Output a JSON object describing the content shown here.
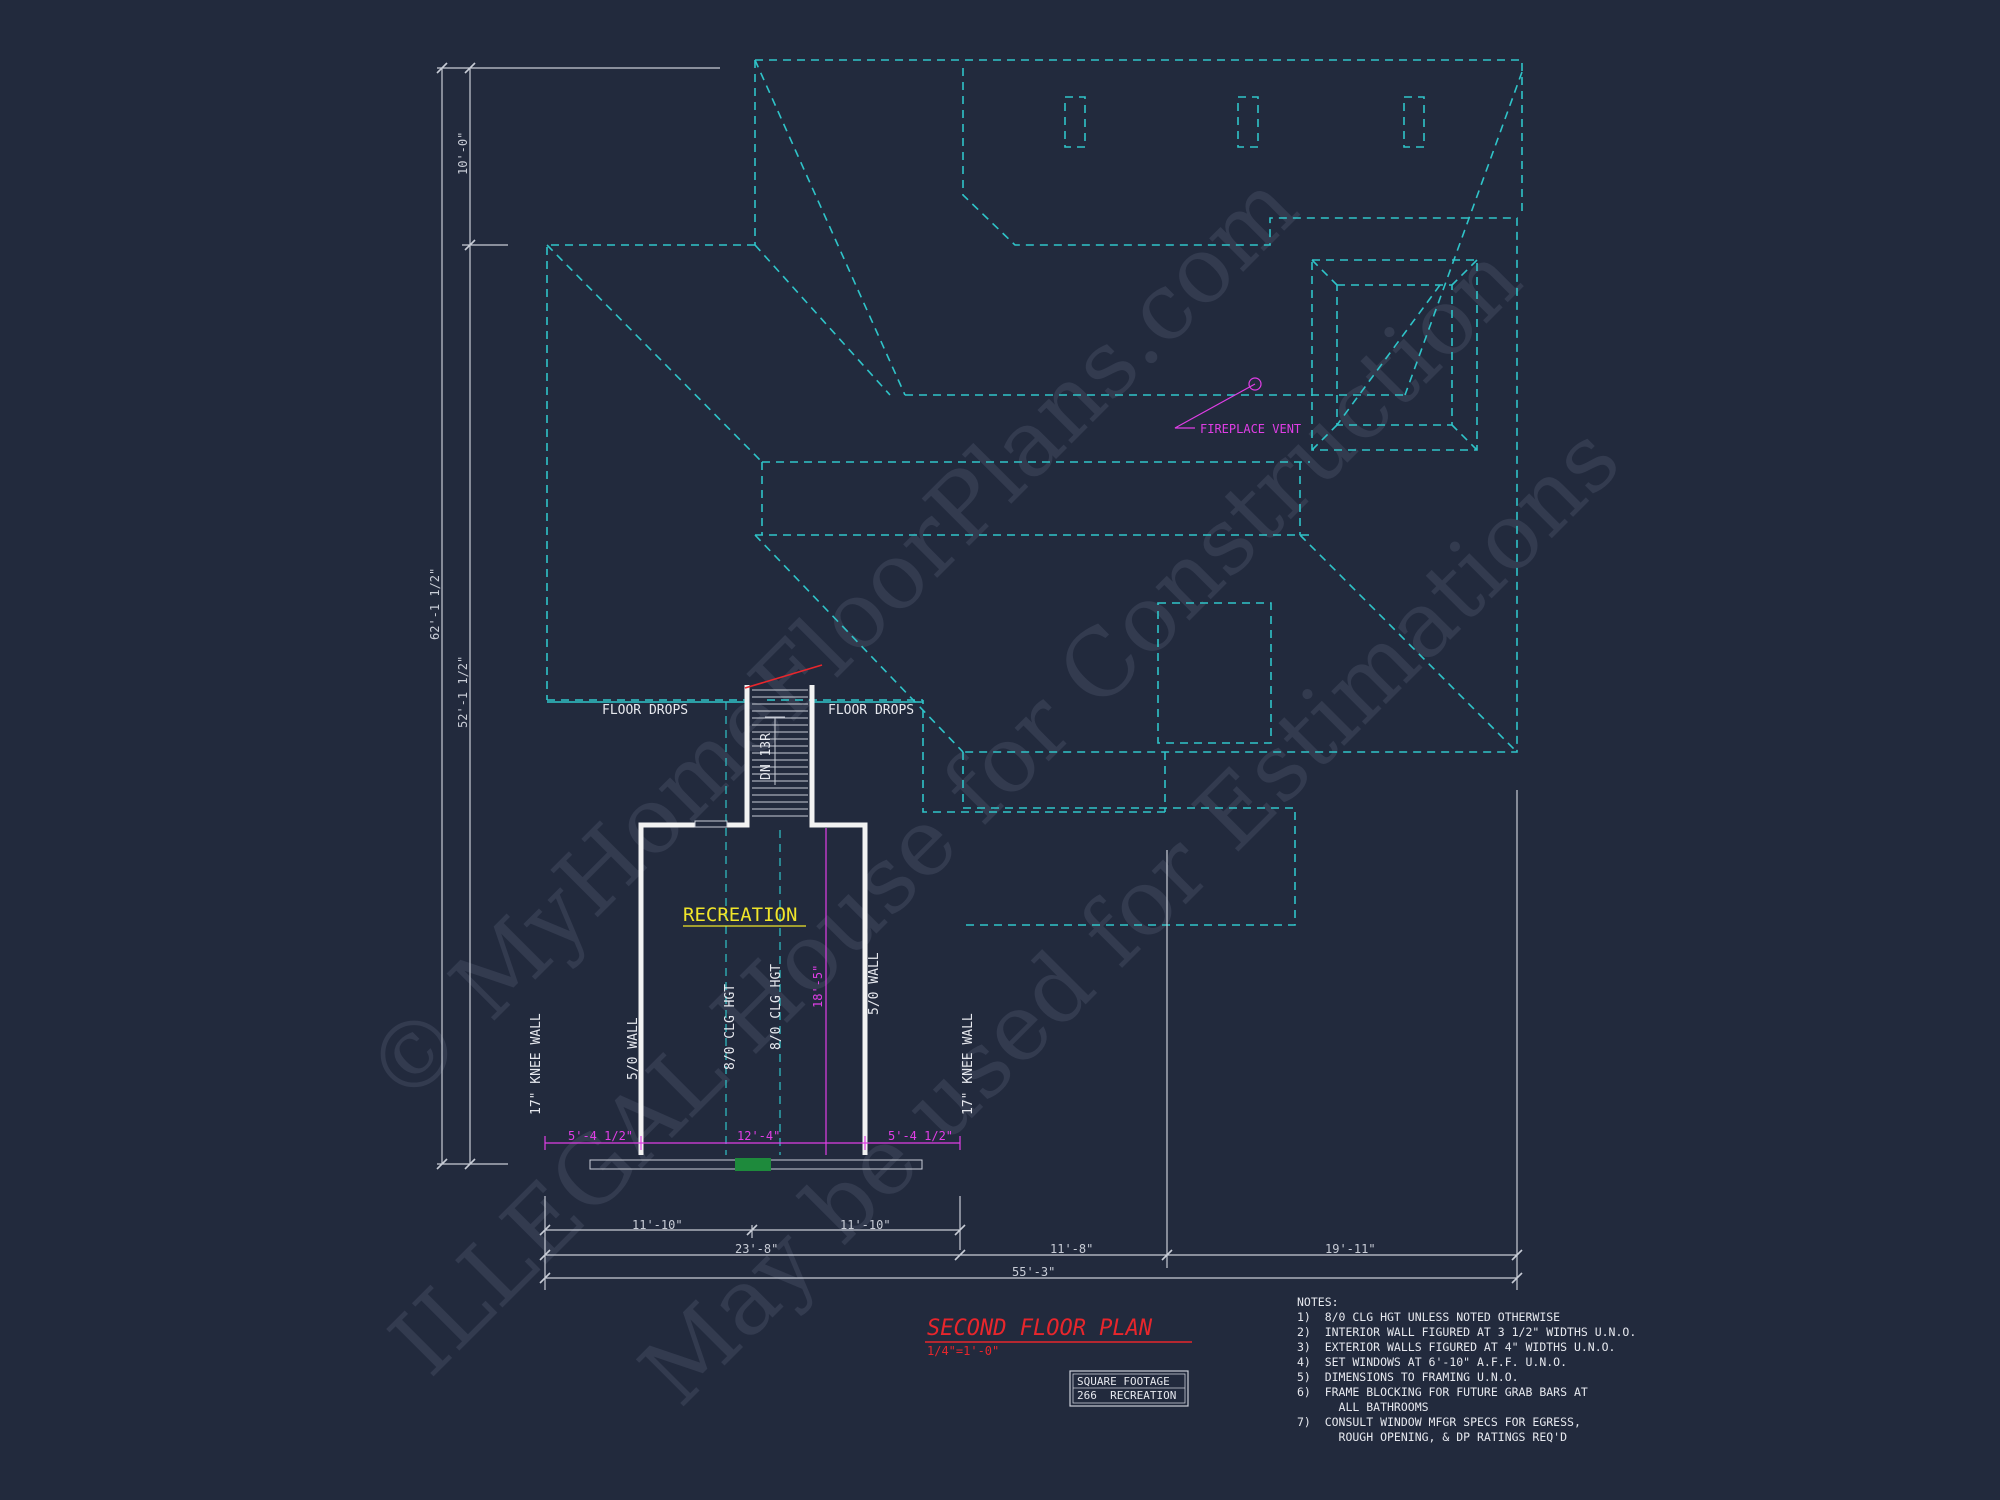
{
  "colors": {
    "background": "#222a3d",
    "roof_dash": "#2fc4c9",
    "dimension": "#c8ccd6",
    "wall": "#f2f2f2",
    "magenta": "#e03ee6",
    "red_title": "#e8262c",
    "room_label": "#f0e52a",
    "watermark": "#353d52"
  },
  "watermark": {
    "line1": "© MyHomeFloorPlans.com",
    "line2": "ILLEGAL House for Construction",
    "line3": "May be used for Estimations"
  },
  "plan": {
    "title": "SECOND FLOOR PLAN",
    "scale": "1/4\"=1'-0\"",
    "room": "RECREATION",
    "square_footage_label": "SQUARE FOOTAGE",
    "square_footage_value": "266  RECREATION"
  },
  "labels": {
    "floor_drops_left": "FLOOR DROPS",
    "floor_drops_right": "FLOOR DROPS",
    "fireplace_vent": "FIREPLACE VENT",
    "stair": "DN 13R",
    "knee_wall_left": "17\" KNEE WALL",
    "knee_wall_right": "17\" KNEE WALL",
    "wall_5_left": "5/0 WALL",
    "wall_5_right": "5/0 WALL",
    "clg_1": "8/0 CLG HGT",
    "clg_2": "8/0 CLG HGT"
  },
  "dimensions": {
    "v_10_0": "10'-0\"",
    "v_62": "62'-1 1/2\"",
    "v_52": "52'-1 1/2\"",
    "v_18_5": "18'-5\"",
    "h_5_4_left": "5'-4 1/2\"",
    "h_12_4": "12'-4\"",
    "h_5_4_right": "5'-4 1/2\"",
    "h_11_10_a": "11'-10\"",
    "h_11_10_b": "11'-10\"",
    "h_23_8": "23'-8\"",
    "h_11_8": "11'-8\"",
    "h_19_11": "19'-11\"",
    "h_55_3": "55'-3\""
  },
  "notes": {
    "heading": "NOTES:",
    "items": [
      "1)  8/0 CLG HGT UNLESS NOTED OTHERWISE",
      "2)  INTERIOR WALL FIGURED AT 3 1/2\" WIDTHS U.N.O.",
      "3)  EXTERIOR WALLS FIGURED AT 4\" WIDTHS U.N.O.",
      "4)  SET WINDOWS AT 6'-10\" A.F.F. U.N.O.",
      "5)  DIMENSIONS TO FRAMING U.N.O.",
      "6)  FRAME BLOCKING FOR FUTURE GRAB BARS AT",
      "      ALL BATHROOMS",
      "7)  CONSULT WINDOW MFGR SPECS FOR EGRESS,",
      "      ROUGH OPENING, & DP RATINGS REQ'D"
    ]
  }
}
